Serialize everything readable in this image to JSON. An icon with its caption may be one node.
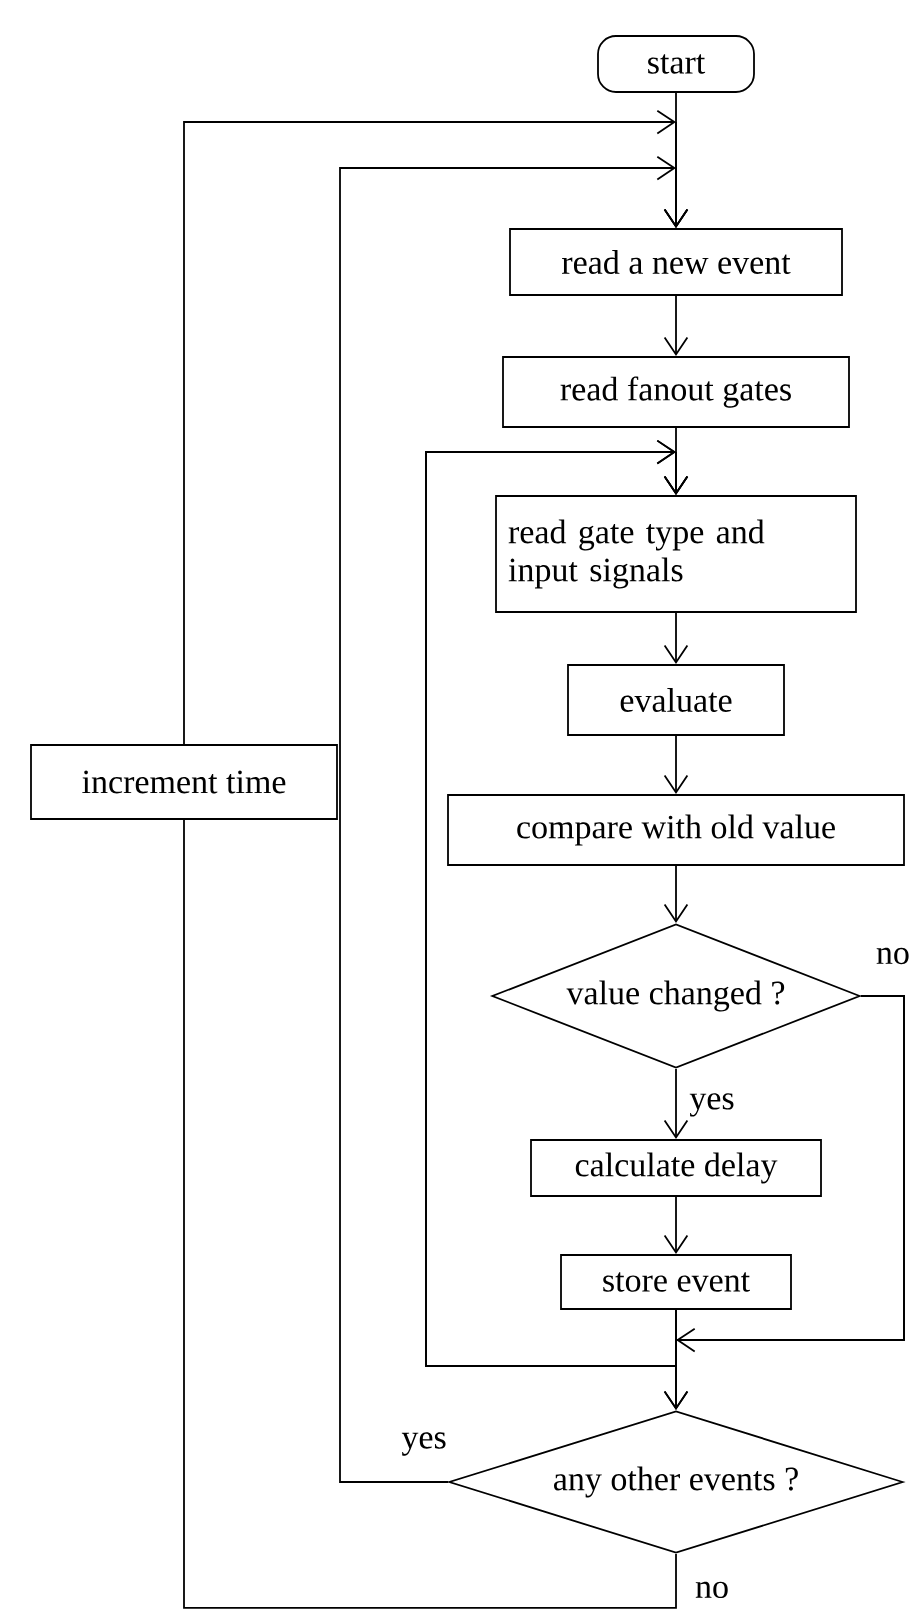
{
  "diagram": {
    "nodes": [
      {
        "text": [
          "start"
        ]
      },
      {
        "text": [
          "read a new event"
        ]
      },
      {
        "text": [
          "read fanout gates"
        ]
      },
      {
        "text": [
          "read gate type and input signals"
        ]
      },
      {
        "text": [
          "evaluate"
        ]
      },
      {
        "text": [
          "compare with old value"
        ]
      },
      {
        "text": [
          "value changed ?"
        ]
      },
      {
        "text": [
          "calculate delay"
        ]
      },
      {
        "text": [
          "store event"
        ]
      },
      {
        "text": [
          "any other events ?"
        ]
      },
      {
        "text": [
          "increment time"
        ]
      }
    ],
    "edges": [
      {
        "from": 0,
        "to": 1,
        "arrow": "to"
      },
      {
        "from": 1,
        "to": 2,
        "arrow": "to"
      },
      {
        "from": 2,
        "to": 3,
        "arrow": "to"
      },
      {
        "from": 3,
        "to": 4,
        "arrow": "to"
      },
      {
        "from": 4,
        "to": 5,
        "arrow": "to"
      },
      {
        "from": 5,
        "to": 6,
        "arrow": "to"
      },
      {
        "from": 6,
        "to": 7,
        "arrow": "to",
        "label": "yes"
      },
      {
        "from": 7,
        "to": 8,
        "arrow": "to"
      },
      {
        "from": 8,
        "to": 9,
        "arrow": "to"
      },
      {
        "from": 8,
        "to": 3,
        "arrow": "to"
      },
      {
        "from": 6,
        "to": 9,
        "arrow": "to",
        "label": "no"
      },
      {
        "from": 6,
        "to": 3,
        "arrow": "to"
      },
      {
        "from": 9,
        "to": 1,
        "arrow": "to",
        "label": "yes"
      },
      {
        "from": 9,
        "to": 10,
        "arrow": "none",
        "label": "no"
      },
      {
        "from": 10,
        "to": 1,
        "arrow": "to"
      }
    ]
  }
}
